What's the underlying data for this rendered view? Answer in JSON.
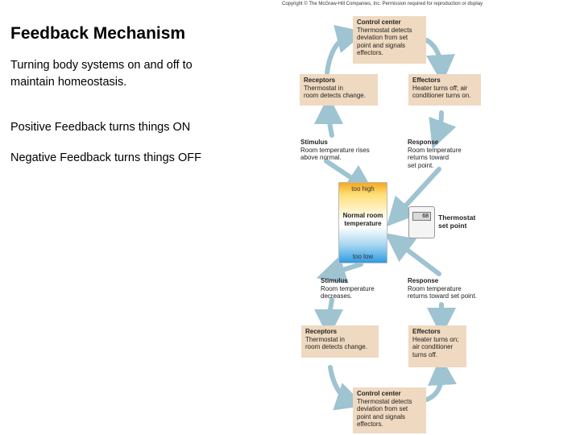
{
  "slide": {
    "title": "Feedback Mechanism",
    "intro_line1": "Turning body systems on and off to",
    "intro_line2": "maintain homeostasis.",
    "positive": "Positive Feedback turns things ON",
    "negative": "Negative Feedback turns things OFF"
  },
  "diagram": {
    "copyright": "Copyright © The McGraw-Hill Companies, Inc. Permission required for reproduction or display",
    "top_control": {
      "head": "Control center",
      "lines": [
        "Thermostat detects",
        "deviation from set",
        "point and signals",
        "effectors."
      ]
    },
    "top_receptors": {
      "head": "Receptors",
      "lines": [
        "Thermostat in",
        "room detects change."
      ]
    },
    "top_effectors": {
      "head": "Effectors",
      "lines": [
        "Heater turns off; air",
        "conditioner turns on."
      ]
    },
    "top_stimulus": {
      "head": "Stimulus",
      "lines": [
        "Room temperature rises",
        "above normal."
      ]
    },
    "top_response": {
      "head": "Response",
      "lines": [
        "Room temperature",
        "returns toward",
        "set point."
      ]
    },
    "thermometer": {
      "high": "too high",
      "mid_line1": "Normal room",
      "mid_line2": "temperature",
      "low": "too low"
    },
    "set_point": {
      "display": "68",
      "label_line1": "Thermostat",
      "label_line2": "set point"
    },
    "bottom_stimulus": {
      "head": "Stimulus",
      "lines": [
        "Room temperature",
        "decreases."
      ]
    },
    "bottom_response": {
      "head": "Response",
      "lines": [
        "Room temperature",
        "returns toward set point."
      ]
    },
    "bottom_receptors": {
      "head": "Receptors",
      "lines": [
        "Thermostat in",
        "room detects change."
      ]
    },
    "bottom_effectors": {
      "head": "Effectors",
      "lines": [
        "Heater turns on;",
        "air conditioner",
        "turns off."
      ]
    },
    "bottom_control": {
      "head": "Control center",
      "lines": [
        "Thermostat detects",
        "deviation from set",
        "point and signals",
        "effectors."
      ]
    },
    "colors": {
      "box_fill": "#efd9c0",
      "arrow": "#9ec3d1"
    }
  }
}
